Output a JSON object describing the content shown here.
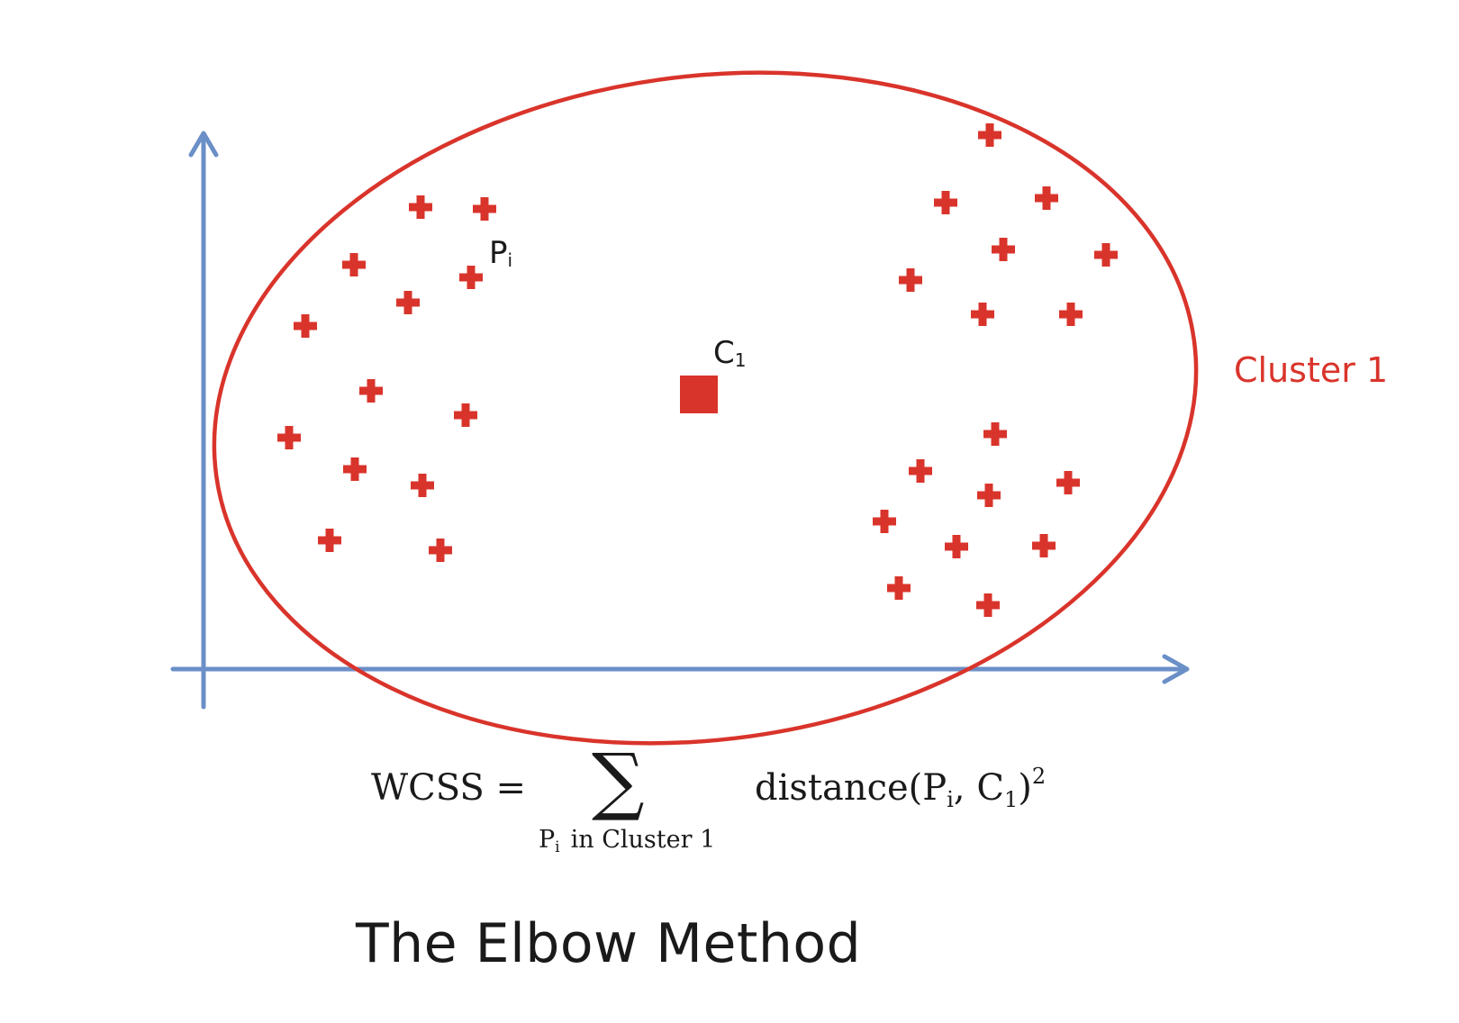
{
  "title": "The Elbow Method",
  "labels": {
    "point": "P",
    "point_sub": "i",
    "centroid": "C",
    "centroid_sub": "1",
    "cluster": "Cluster 1"
  },
  "formula": {
    "lhs": "WCSS =",
    "sigma": "∑",
    "under_p": "P",
    "under_p_sub": "i",
    "under_rest": "in Cluster 1",
    "rhs_fn": "distance(P",
    "rhs_sub_i": "i",
    "rhs_mid": ", C",
    "rhs_sub_1": "1",
    "rhs_close": ")",
    "rhs_exp": "2"
  },
  "colors": {
    "axis": "#6b8fc7",
    "cluster": "#d9342b",
    "point": "#d9342b",
    "centroid": "#d9342b",
    "cluster_label": "#d9342b",
    "text": "#1a1a1a"
  },
  "icons": {
    "point_marker": "plus-marker",
    "centroid_marker": "square-marker"
  },
  "points": [
    [
      467,
      230
    ],
    [
      538,
      232
    ],
    [
      393,
      294
    ],
    [
      523,
      308
    ],
    [
      453,
      336
    ],
    [
      339,
      362
    ],
    [
      412,
      434
    ],
    [
      517,
      461
    ],
    [
      321,
      486
    ],
    [
      394,
      521
    ],
    [
      469,
      539
    ],
    [
      366,
      600
    ],
    [
      489,
      611
    ],
    [
      1099,
      150
    ],
    [
      1050,
      225
    ],
    [
      1162,
      220
    ],
    [
      1114,
      277
    ],
    [
      1228,
      283
    ],
    [
      1011,
      311
    ],
    [
      1091,
      349
    ],
    [
      1189,
      349
    ],
    [
      1105,
      482
    ],
    [
      1022,
      523
    ],
    [
      1186,
      536
    ],
    [
      1098,
      550
    ],
    [
      982,
      579
    ],
    [
      1062,
      607
    ],
    [
      1159,
      606
    ],
    [
      998,
      653
    ],
    [
      1097,
      672
    ]
  ],
  "centroid": [
    776,
    438
  ]
}
